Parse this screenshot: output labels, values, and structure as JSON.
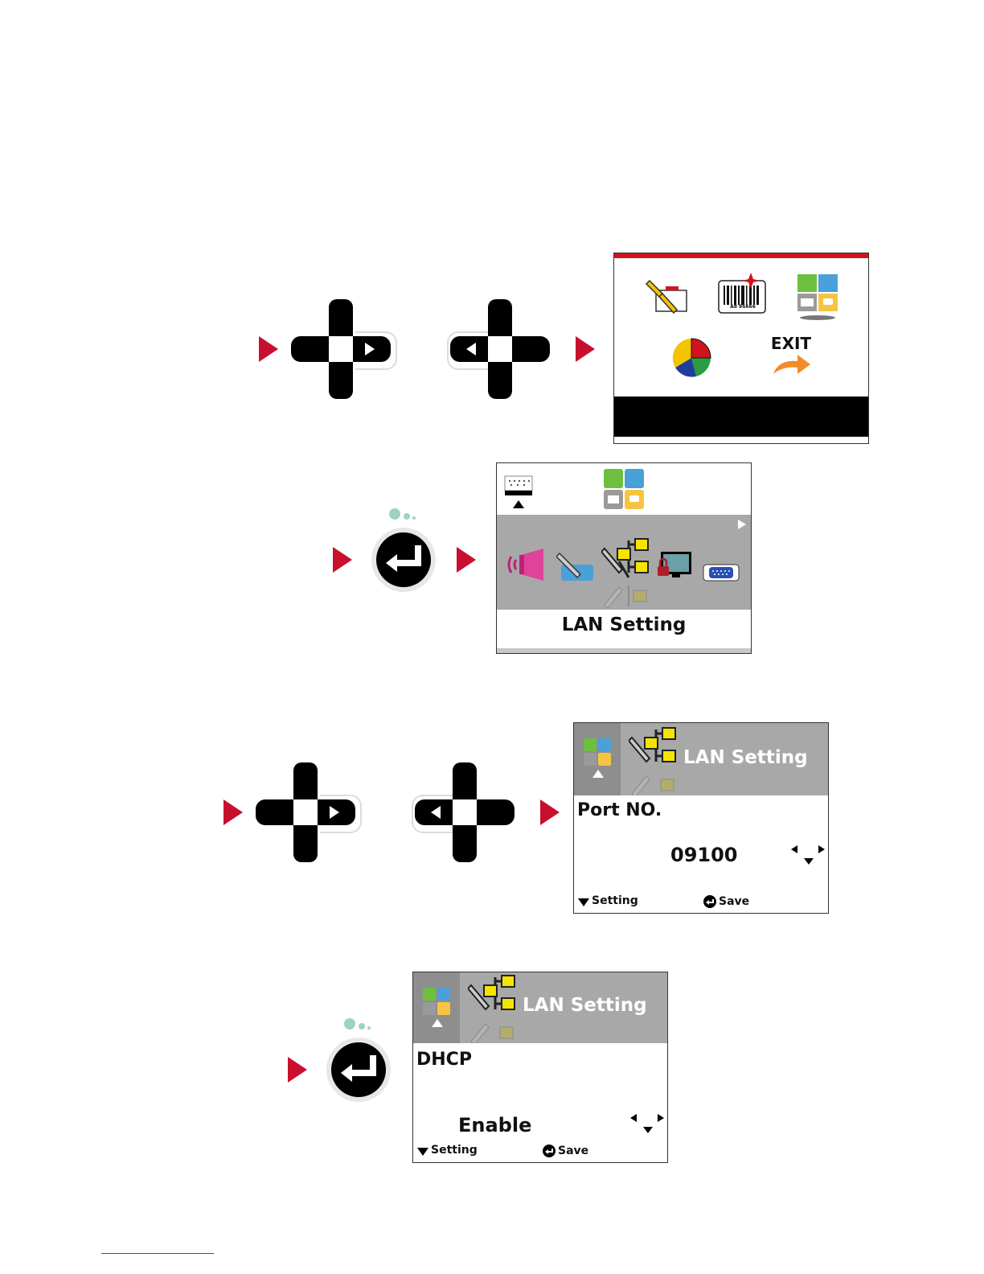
{
  "main_menu": {
    "exit_label": "EXIT",
    "barcode_text": "A8 86666"
  },
  "submenu": {
    "title": "LAN Setting"
  },
  "port_screen": {
    "header_title": "LAN Setting",
    "field_label": "Port NO.",
    "field_value": "09100",
    "footer_setting": "Setting",
    "footer_save": "Save"
  },
  "dhcp_screen": {
    "header_title": "LAN Setting",
    "field_label": "DHCP",
    "field_value": "Enable",
    "footer_setting": "Setting",
    "footer_save": "Save"
  },
  "colors": {
    "arrow": "#c8102e",
    "panel_grey": "#a8a8a8",
    "header_bar": "#d0141e"
  }
}
